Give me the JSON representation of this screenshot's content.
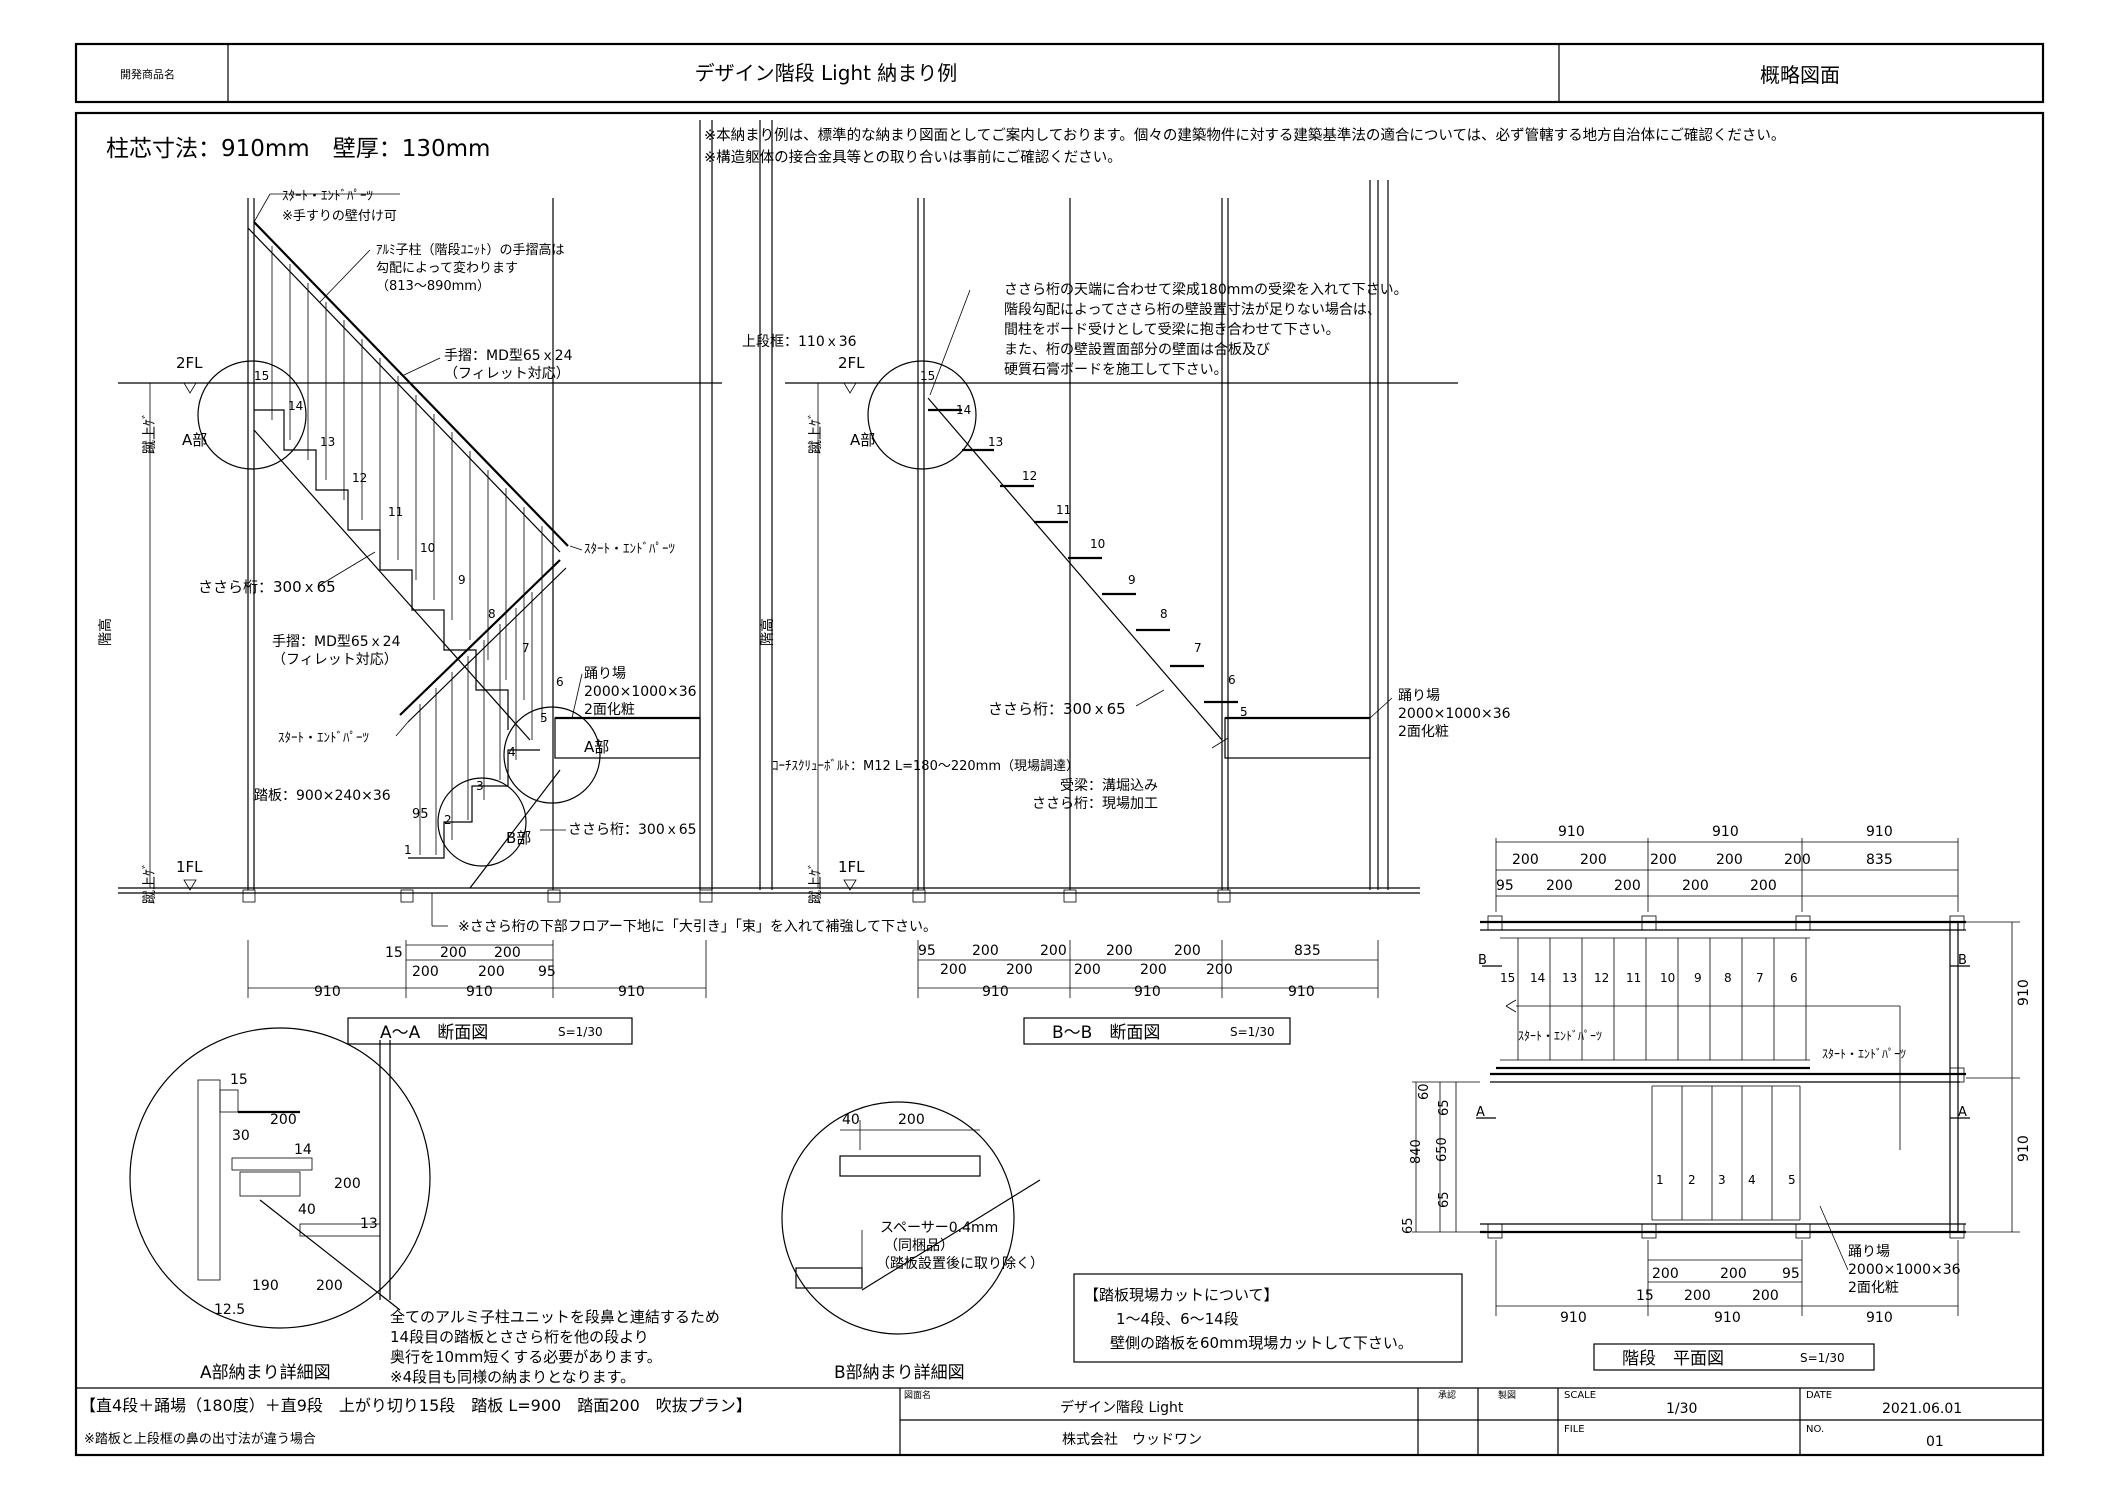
{
  "header": {
    "product_label": "開発商品名",
    "title": "デザイン階段 Light 納まり例",
    "drawing_type": "概略図面"
  },
  "spec": "柱芯寸法：910mm　壁厚：130mm",
  "notes": [
    "※本納まり例は、標準的な納まり図面としてご案内しております。個々の建築物件に対する建築基準法の適合については、必ず管轄する地方自治体にご確認ください。",
    "※構造躯体の接合金具等との取り合いは事前にご確認ください。"
  ],
  "section_aa": {
    "title": "A～A　断面図",
    "scale": "S=1/30",
    "labels": {
      "start_end_top": "ｽﾀｰﾄ・ｴﾝﾄﾞﾊﾟｰﾂ",
      "wall_mount": "※手すりの壁付け可",
      "baluster_1": "ｱﾙﾐ子柱（階段ﾕﾆｯﾄ）の手摺高は",
      "baluster_2": "勾配によって変わります",
      "baluster_3": "（813～890mm）",
      "handrail_upper_1": "手摺：MD型65ｘ24",
      "handrail_upper_2": "（フィレット対応）",
      "start_end_mid": "ｽﾀｰﾄ・ｴﾝﾄﾞﾊﾟｰﾂ",
      "stringer_upper": "ささら桁：300ｘ65",
      "handrail_lower_1": "手摺：MD型65ｘ24",
      "handrail_lower_2": "（フィレット対応）",
      "start_end_low": "ｽﾀｰﾄ・ｴﾝﾄﾞﾊﾟｰﾂ",
      "landing_1": "踊り場",
      "landing_2": "2000×1000×36",
      "landing_3": "2面化粧",
      "tread": "踏板：900×240×36",
      "stringer_lower": "ささら桁：300ｘ65",
      "part_a": "A部",
      "part_a2": "A部",
      "part_b": "B部",
      "fl2": "2FL",
      "fl1": "1FL",
      "kaidaka": "階高",
      "rise_top": "蹴上ｹﾞ",
      "rise_bot": "蹴上ｹﾞ",
      "floor_note": "※ささら桁の下部フロアー下地に「大引き」「束」を入れて補強して下さい。",
      "d95": "95"
    },
    "dims_row1": [
      "15",
      "200",
      "200",
      "95"
    ],
    "dims_row2": [
      "200",
      "200"
    ],
    "dims_row3": [
      "910",
      "910",
      "910"
    ]
  },
  "section_bb": {
    "title": "B～B　断面図",
    "scale": "S=1/30",
    "labels": {
      "frame": "上段框：110ｘ36",
      "fl2": "2FL",
      "fl1": "1FL",
      "part_a": "A部",
      "note_1": "ささら桁の天端に合わせて梁成180mmの受梁を入れて下さい。",
      "note_2": "階段勾配によってささら桁の壁設置寸法が足りない場合は、",
      "note_3": "間柱をボード受けとして受梁に抱き合わせて下さい。",
      "note_4": "また、桁の壁設置面部分の壁面は合板及び",
      "note_5": "硬質石膏ボードを施工して下さい。",
      "stringer": "ささら桁：300ｘ65",
      "landing_1": "踊り場",
      "landing_2": "2000×1000×36",
      "landing_3": "2面化粧",
      "bolt": "ｺｰﾁｽｸﾘｭｰﾎﾞﾙﾄ：M12 L=180～220mm（現場調達）",
      "beam": "受梁：溝堀込み",
      "stringer_work": "ささら桁：現場加工",
      "kaidaka": "階高",
      "rise_top": "蹴上ｹﾞ",
      "rise_bot": "蹴上ｹﾞ"
    },
    "dims_row1": [
      "95",
      "200",
      "200",
      "200",
      "200",
      "835"
    ],
    "dims_row2": [
      "200",
      "200",
      "200",
      "200",
      "200"
    ],
    "dims_row3": [
      "910",
      "910",
      "910"
    ]
  },
  "detail_a": {
    "title": "A部納まり詳細図",
    "dims": [
      "15",
      "30",
      "200",
      "14",
      "200",
      "40",
      "13",
      "190",
      "200",
      "12.5"
    ],
    "note_1": "全てのアルミ子柱ユニットを段鼻と連結するため",
    "note_2": "14段目の踏板とささら桁を他の段より",
    "note_3": "奥行を10mm短くする必要があります。",
    "note_4": "※4段目も同様の納まりとなります。"
  },
  "detail_b": {
    "title": "B部納まり詳細図",
    "dims": [
      "40",
      "200"
    ],
    "spacer_1": "スペーサー0.4mm",
    "spacer_2": "（同梱品）",
    "spacer_3": "（踏板設置後に取り除く）"
  },
  "cut_note": {
    "title": "【踏板現場カットについて】",
    "line_1": "1～4段、6～14段",
    "line_2": "壁側の踏板を60mm現場カットして下さい。"
  },
  "plan": {
    "title": "階段　平面図",
    "scale": "S=1/30",
    "top_dims": [
      "910",
      "910",
      "910"
    ],
    "top_dims2": [
      "200",
      "200",
      "200",
      "200",
      "200",
      "835"
    ],
    "top_dims3": [
      "95",
      "200",
      "200",
      "200",
      "200"
    ],
    "left_dims": [
      "60",
      "65",
      "650",
      "65",
      "840",
      "65"
    ],
    "right_dims": [
      "910",
      "910"
    ],
    "bottom_dims1": [
      "200",
      "200",
      "95"
    ],
    "bottom_dims2": [
      "15",
      "200",
      "200"
    ],
    "bottom_dims3": [
      "910",
      "910",
      "910"
    ],
    "step_numbers": [
      "15",
      "14",
      "13",
      "12",
      "11",
      "10",
      "9",
      "8",
      "7",
      "6"
    ],
    "step_numbers_low": [
      "1",
      "2",
      "3",
      "4",
      "5"
    ],
    "start_end": "ｽﾀｰﾄ・ｴﾝﾄﾞﾊﾟｰﾂ",
    "start_end2": "ｽﾀｰﾄ・ｴﾝﾄﾞﾊﾟｰﾂ",
    "landing_1": "踊り場",
    "landing_2": "2000×1000×36",
    "landing_3": "2面化粧",
    "marker_a": "A",
    "marker_b": "B"
  },
  "footer": {
    "plan_desc": "【直4段＋踊場（180度）＋直9段　上がり切り15段　踏板 L=900　踏面200　吹抜プラン】",
    "plan_sub": "※踏板と上段框の鼻の出寸法が違う場合",
    "drawing_name_label": "図面名",
    "drawing_name": "デザイン階段 Light",
    "company": "株式会社　ウッドワン",
    "approve_label": "承認",
    "make_label": "製図",
    "scale_label": "SCALE",
    "scale": "1/30",
    "date_label": "DATE",
    "date": "2021.06.01",
    "file_label": "FILE",
    "no_label": "NO.",
    "no": "01"
  }
}
